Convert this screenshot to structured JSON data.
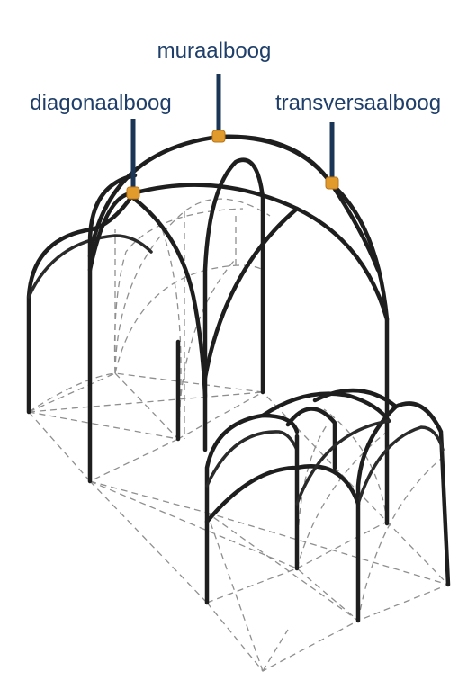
{
  "labels": {
    "diagonal": "diagonaalboog",
    "mural": "muraalboog",
    "transverse": "transversaalboog"
  },
  "colors": {
    "label_text": "#1f3f6a",
    "leader_line": "#1b3556",
    "marker": "#e19a2c",
    "arch_stroke": "#1e1e1e",
    "construction_dash": "#8f8f8f"
  }
}
